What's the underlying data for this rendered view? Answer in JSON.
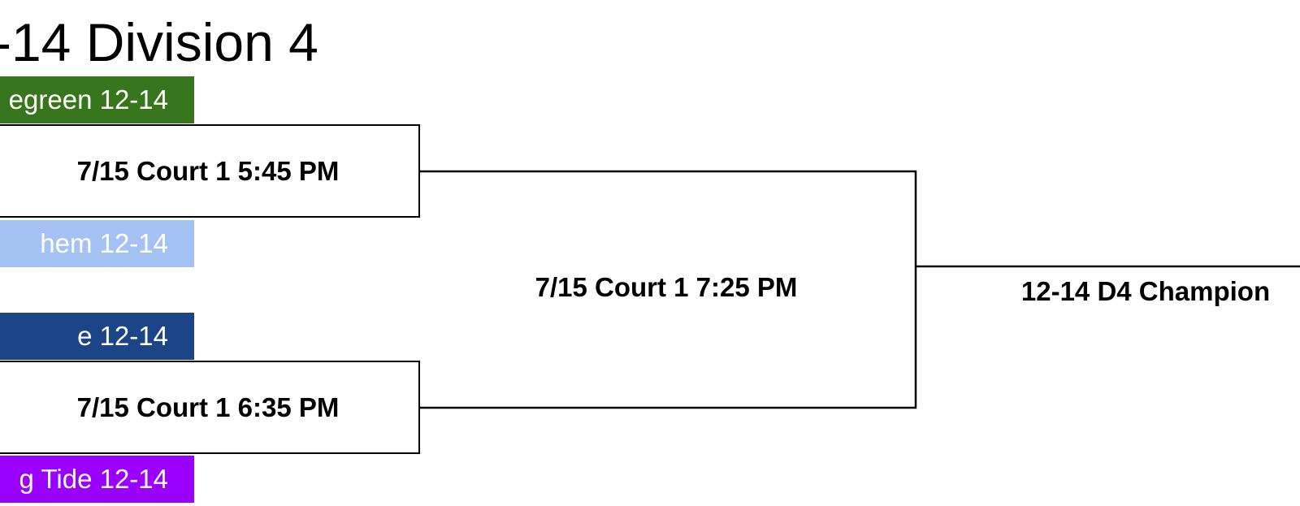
{
  "bracket": {
    "title": "-14 Division 4",
    "teams": [
      {
        "label": "egreen 12-14",
        "color": "#38761d"
      },
      {
        "label": "hem 12-14",
        "color": "#a4c2f4"
      },
      {
        "label": "e 12-14",
        "color": "#1c4587"
      },
      {
        "label": "g Tide 12-14",
        "color": "#9900ff"
      }
    ],
    "matches": [
      {
        "label": "7/15 Court 1 5:45 PM"
      },
      {
        "label": "7/15 Court 1 6:35 PM"
      }
    ],
    "final_match": {
      "label": "7/15 Court 1 7:25 PM"
    },
    "champion": {
      "label": "12-14 D4 Champion"
    }
  }
}
